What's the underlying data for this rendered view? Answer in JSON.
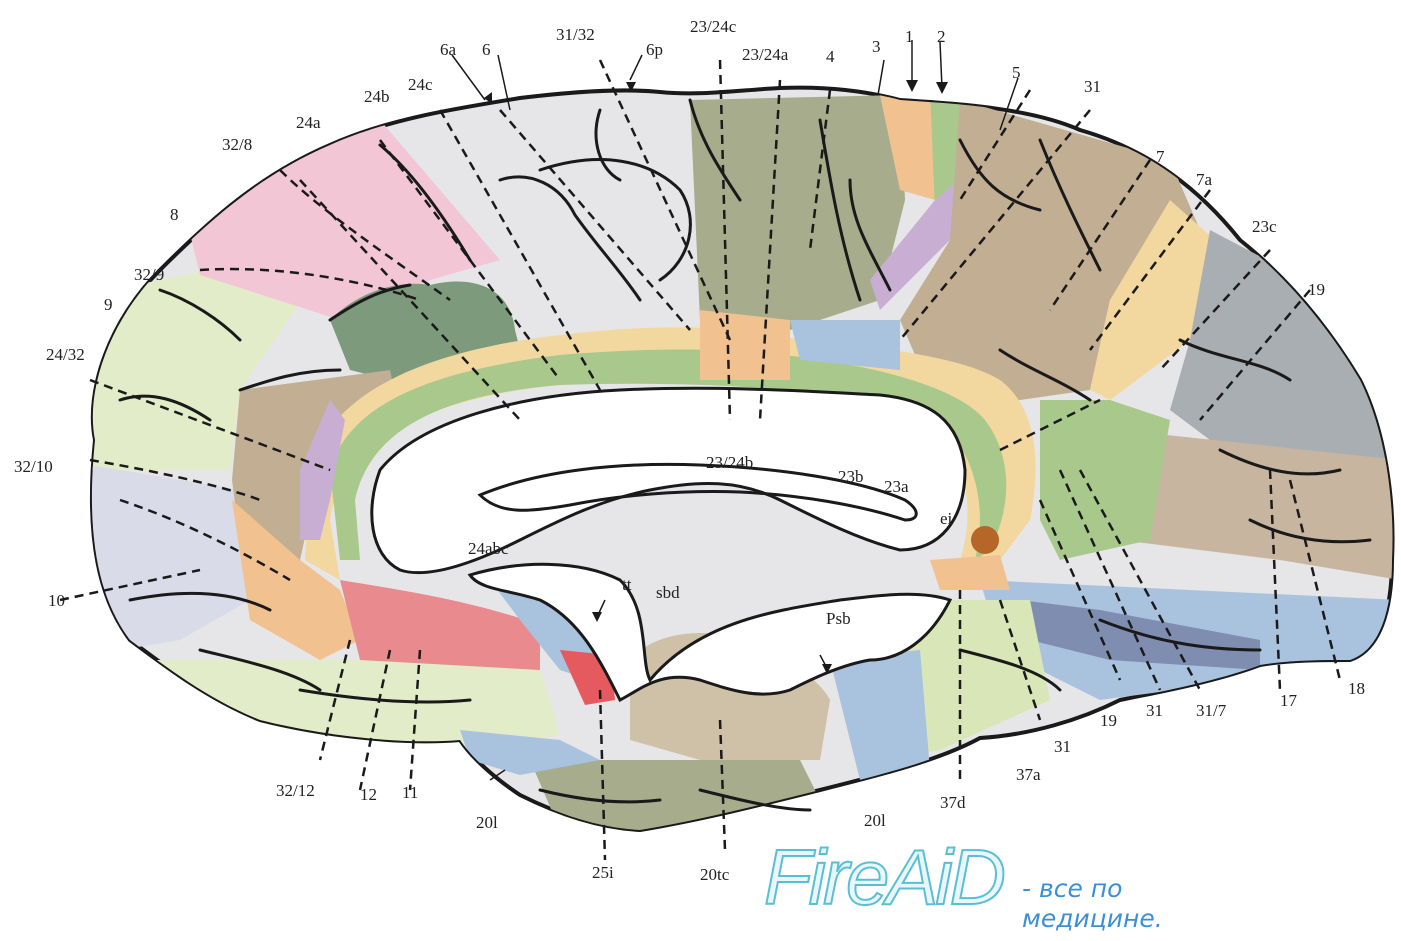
{
  "diagram": {
    "labels": {
      "l_6a": "6a",
      "l_6": "6",
      "l_31_32": "31/32",
      "l_23_24c": "23/24c",
      "l_23_24a": "23/24a",
      "l_6p": "6p",
      "l_4": "4",
      "l_3": "3",
      "l_1": "1",
      "l_2": "2",
      "l_5": "5",
      "l_31_top": "31",
      "l_24b": "24b",
      "l_24c": "24c",
      "l_24a": "24a",
      "l_32_8": "32/8",
      "l_8": "8",
      "l_7": "7",
      "l_7a": "7a",
      "l_23c": "23c",
      "l_19_top": "19",
      "l_32_9": "32/9",
      "l_9": "9",
      "l_24_32": "24/32",
      "l_32_10": "32/10",
      "l_10": "10",
      "l_23_24b": "23/24b",
      "l_23b": "23b",
      "l_23a": "23a",
      "l_ei": "ei",
      "l_24abc": "24abc",
      "l_tt": "tt",
      "l_sbd": "sbd",
      "l_psb": "Psb",
      "l_32_12": "32/12",
      "l_12": "12",
      "l_11": "11",
      "l_20l_left": "20l",
      "l_25i": "25i",
      "l_20tc": "20tc",
      "l_20l_right": "20l",
      "l_37d": "37d",
      "l_37a": "37a",
      "l_31_bot": "31",
      "l_19_bot": "19",
      "l_31_bot2": "31",
      "l_31_7": "31/7",
      "l_17": "17",
      "l_18": "18"
    }
  },
  "watermark": {
    "logo": "FireAiD",
    "tagline_line1": "- все по",
    "tagline_line2": "медицине."
  },
  "colors": {
    "outline": "#1a1a1a",
    "pink": "#f2c6d4",
    "light_green": "#e3ecc9",
    "grey_light": "#e6e6e8",
    "olive": "#a6ac8c",
    "tan": "#c2ae92",
    "dark_green": "#7d9a7d",
    "yellow": "#f2d79e",
    "slate": "#a9aeb2",
    "lavender": "#d9dbe9",
    "blue": "#a9c2de",
    "peach": "#f1c18f",
    "red": "#e98a8f",
    "stripe_green": "#a8c88c",
    "purple": "#c9aed3",
    "watermark_blue": "#3a8fd6"
  }
}
